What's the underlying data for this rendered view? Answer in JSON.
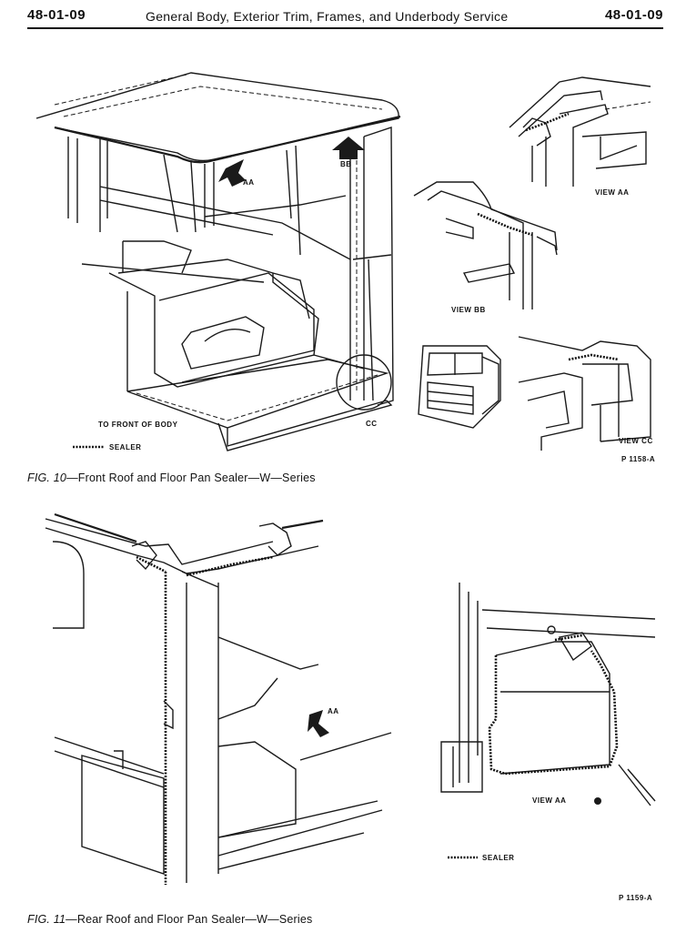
{
  "header": {
    "page_left": "48-01-09",
    "title": "General Body, Exterior Trim, Frames, and Underbody Service",
    "page_right": "48-01-09"
  },
  "figure10": {
    "labels": {
      "aa": "AA",
      "bb": "BB",
      "cc": "CC",
      "view_aa": "VIEW AA",
      "view_bb": "VIEW BB",
      "view_cc": "VIEW CC",
      "front": "TO FRONT OF BODY",
      "sealer": "SEALER",
      "part": "P 1158-A"
    },
    "caption_fig": "FIG. 10",
    "caption_text": "—Front Roof and Floor Pan Sealer—W—Series"
  },
  "figure11": {
    "labels": {
      "aa": "AA",
      "view_aa": "VIEW AA",
      "sealer": "SEALER",
      "part": "P 1159-A"
    },
    "caption_fig": "FIG. 11",
    "caption_text": "—Rear Roof and Floor Pan Sealer—W—Series"
  }
}
